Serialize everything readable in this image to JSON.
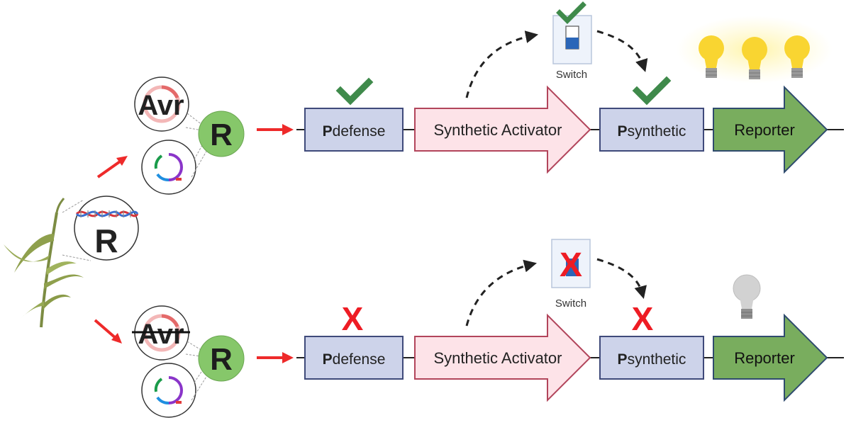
{
  "palette": {
    "arrow_red": "#ee2a2a",
    "promoter_fill": "#cdd3ea",
    "promoter_stroke": "#3f4a7a",
    "activator_fill": "#fde3e8",
    "activator_stroke": "#b2455b",
    "reporter_fill": "#79ad5e",
    "reporter_stroke": "#2f4b6e",
    "r_circle": "#86c76a",
    "check": "#3f8a4b",
    "cross": "#ee1c24",
    "bulb_on": "#f9d531",
    "bulb_off": "#c9c9c9"
  },
  "labels": {
    "avr": "Avr",
    "r": "R",
    "switch": "Switch",
    "promoter_defense_bold": "P",
    "promoter_defense_rest": "defense",
    "activator": "Synthetic Activator",
    "promoter_synthetic_bold": "P",
    "promoter_synthetic_rest": "synthetic",
    "reporter": "Reporter",
    "cross_mark": "X"
  },
  "rows": [
    {
      "id": "top",
      "avr_present": true,
      "pdefense_status": "check",
      "switch_state": "on",
      "psynthetic_status": "check",
      "bulbs_lit": 3
    },
    {
      "id": "bottom",
      "avr_present": false,
      "pdefense_status": "cross",
      "switch_state": "off",
      "psynthetic_status": "cross",
      "bulbs_lit": 0
    }
  ]
}
